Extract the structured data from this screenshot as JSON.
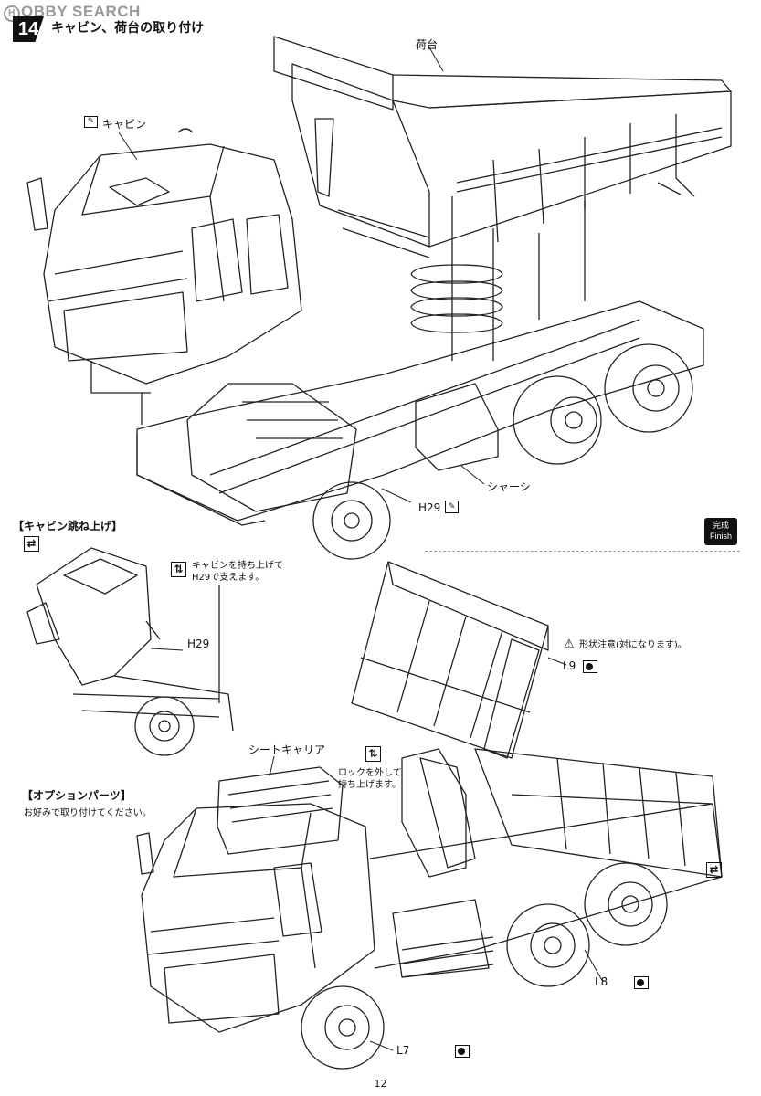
{
  "watermark": {
    "text": "OBBY SEARCH",
    "logo": "H"
  },
  "step": {
    "number": "14",
    "title": "キャビン、荷台の取り付け"
  },
  "labels": {
    "bed": "荷台",
    "cabin": "キャビン",
    "chassis": "シャーシ",
    "h29_main": "H29",
    "finish_jp": "完成",
    "finish_en": "Finish"
  },
  "tilt_section": {
    "heading": "【キャビン跳ね上げ】",
    "note_line1": "キャビンを持ち上げて",
    "note_line2": "H29で支えます。",
    "part": "H29"
  },
  "dump_section": {
    "warning": "形状注意(対になります)。",
    "l9": "L9",
    "lock_line1": "ロックを外して",
    "lock_line2": "持ち上げます。",
    "l8": "L8",
    "l7": "L7"
  },
  "option_section": {
    "heading": "【オプションパーツ】",
    "subtext": "お好みで取り付けてください。",
    "sheet_carrier": "シートキャリア"
  },
  "page_number": "12",
  "colors": {
    "ink": "#111111",
    "watermark": "#9a9a9a",
    "paper": "#ffffff"
  },
  "icons": [
    "glue-icon",
    "swap-arrows-icon",
    "up-arrow-icon",
    "warning-icon",
    "decal-bubble-icon"
  ]
}
